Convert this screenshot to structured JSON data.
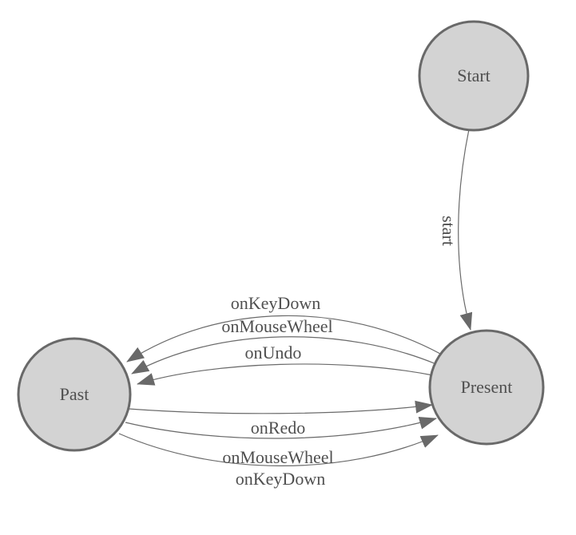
{
  "diagram": {
    "type": "state-machine",
    "colors": {
      "background": "#ffffff",
      "node_fill": "#d3d3d3",
      "node_stroke": "#696969",
      "edge_stroke": "#6a6a6a",
      "arrowhead": "#696969",
      "text": "#4f4f4f"
    },
    "nodes": [
      {
        "id": "start",
        "label": "Start"
      },
      {
        "id": "present",
        "label": "Present"
      },
      {
        "id": "past",
        "label": "Past"
      }
    ],
    "edges": [
      {
        "from": "Start",
        "to": "Present",
        "label": "start"
      },
      {
        "from": "Present",
        "to": "Past",
        "label": "onKeyDown"
      },
      {
        "from": "Present",
        "to": "Past",
        "label": "onMouseWheel"
      },
      {
        "from": "Present",
        "to": "Past",
        "label": "onUndo"
      },
      {
        "from": "Past",
        "to": "Present",
        "label": "onRedo"
      },
      {
        "from": "Past",
        "to": "Present",
        "label": "onMouseWheel"
      },
      {
        "from": "Past",
        "to": "Present",
        "label": "onKeyDown"
      }
    ]
  }
}
